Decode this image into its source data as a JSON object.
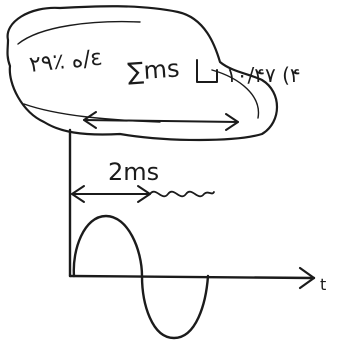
{
  "annotations": {
    "top_left_note": "۲۹٪ ه/ε",
    "period_label": "∑ms",
    "top_right_note": "۱۰/۴۷ (۴",
    "pulse_label": "2ms",
    "time_axis_label": "t"
  },
  "colors": {
    "ink": "#1b1b1b",
    "paper": "#ffffff"
  }
}
